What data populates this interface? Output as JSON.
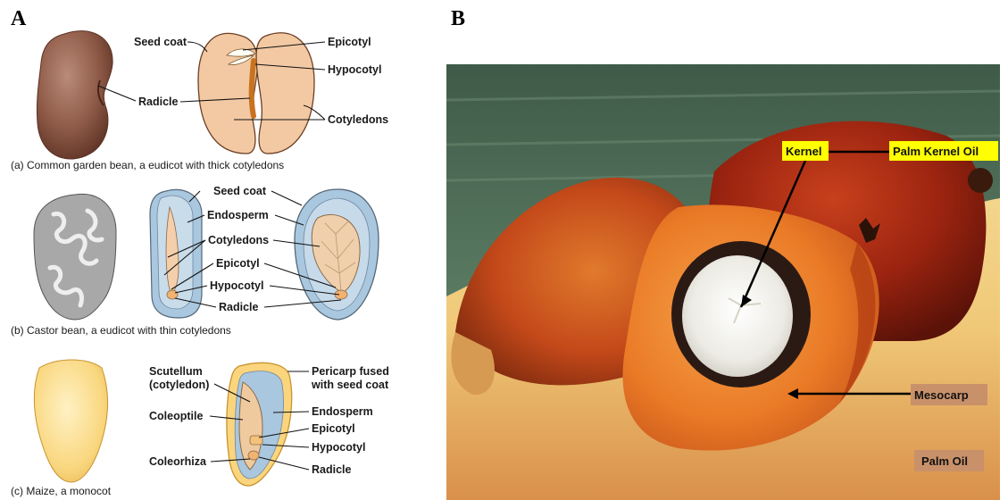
{
  "panel_a": {
    "letter": "A",
    "bean": {
      "labels": {
        "seed_coat": "Seed coat",
        "epicotyl": "Epicotyl",
        "hypocotyl": "Hypocotyl",
        "radicle": "Radicle",
        "cotyledons": "Cotyledons"
      },
      "caption": "(a) Common garden bean, a eudicot with thick cotyledons"
    },
    "castor": {
      "labels": {
        "seed_coat": "Seed coat",
        "endosperm": "Endosperm",
        "cotyledons": "Cotyledons",
        "epicotyl": "Epicotyl",
        "hypocotyl": "Hypocotyl",
        "radicle": "Radicle"
      },
      "caption": "(b) Castor bean, a eudicot with thin cotyledons"
    },
    "maize": {
      "labels": {
        "scutellum_1": "Scutellum",
        "scutellum_2": "(cotyledon)",
        "coleoptile": "Coleoptile",
        "coleorhiza": "Coleorhiza",
        "pericarp_1": "Pericarp fused",
        "pericarp_2": "with seed coat",
        "endosperm": "Endosperm",
        "epicotyl": "Epicotyl",
        "hypocotyl": "Hypocotyl",
        "radicle": "Radicle"
      },
      "caption": "(c) Maize, a monocot"
    }
  },
  "panel_b": {
    "letter": "B",
    "labels": {
      "kernel": "Kernel",
      "palm_kernel_oil": "Palm Kernel Oil",
      "mesocarp": "Mesocarp",
      "palm_oil": "Palm Oil"
    },
    "colors": {
      "kernel_tag": "#ffff00",
      "brown_tag": "#c9916a"
    }
  }
}
